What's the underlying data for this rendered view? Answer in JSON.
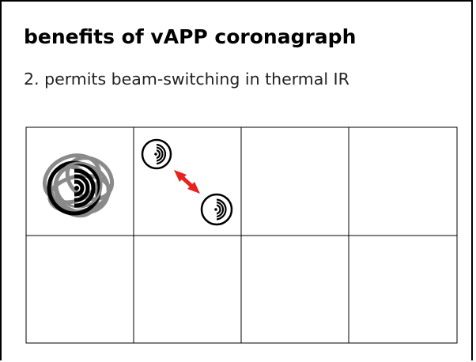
{
  "slide": {
    "title": "benefits of vAPP coronagraph",
    "subtitle": "2. permits beam-switching in thermal IR"
  },
  "grid": {
    "rows": 2,
    "cols": 4
  },
  "colors": {
    "line": "#000000",
    "smeared_psf": "#8a8a8a",
    "arrow": "#e8221e",
    "background": "#ffffff"
  },
  "icons": {
    "cell_1": "smeared-psf-stack-icon",
    "cell_2_a": "psf-icon",
    "cell_2_b": "psf-icon",
    "cell_2_arrow": "double-headed-arrow-icon"
  }
}
